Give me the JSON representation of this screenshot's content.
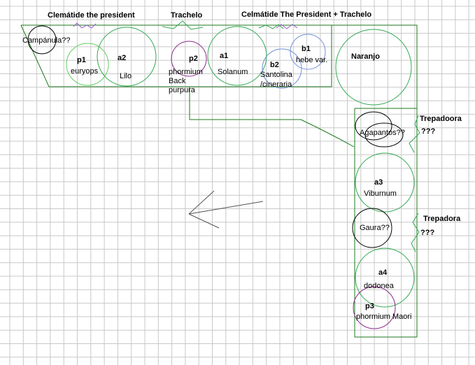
{
  "header_labels": {
    "left": "Clemátide the president",
    "middle": "Trachelo",
    "right": "Celmátide The President + Trachelo"
  },
  "plants": {
    "campanula": "Campánula??",
    "p1_code": "p1",
    "p1_name": "euryops",
    "a2_code": "a2",
    "a2_name": "Lilo",
    "p2_code": "p2",
    "p2_name1": "phormium",
    "p2_name2": "Back",
    "p2_name3": "purpura",
    "a1_code": "a1",
    "a1_name": "Solanum",
    "b2_code": "b2",
    "b2_name1": "Santolina",
    "b2_name2": "/cineraria",
    "b1_code": "b1",
    "b1_name": "hebe var.",
    "naranjo": "Naranjo",
    "agapantos": "Agapantos??",
    "a3_code": "a3",
    "a3_name": "Viburnum",
    "gaura": "Gaura??",
    "a4_code": "a4",
    "a4_name": "dodonea",
    "p3_code": "p3",
    "p3_name": "phormium Maori"
  },
  "climbers": {
    "top_label": "Trepadoora",
    "top_q": "???",
    "bottom_label": "Trepadora",
    "bottom_q": "???"
  },
  "colors": {
    "grid": "#c8c8c8",
    "bed_outline": "#1e7a1e",
    "shrub": "#2fa84f",
    "black_circle": "#000000",
    "purple_circle": "#8a2a8a",
    "blue_circle": "#6f8fd8",
    "light_green": "#5fd05f",
    "vine": "#9a5ac8"
  }
}
